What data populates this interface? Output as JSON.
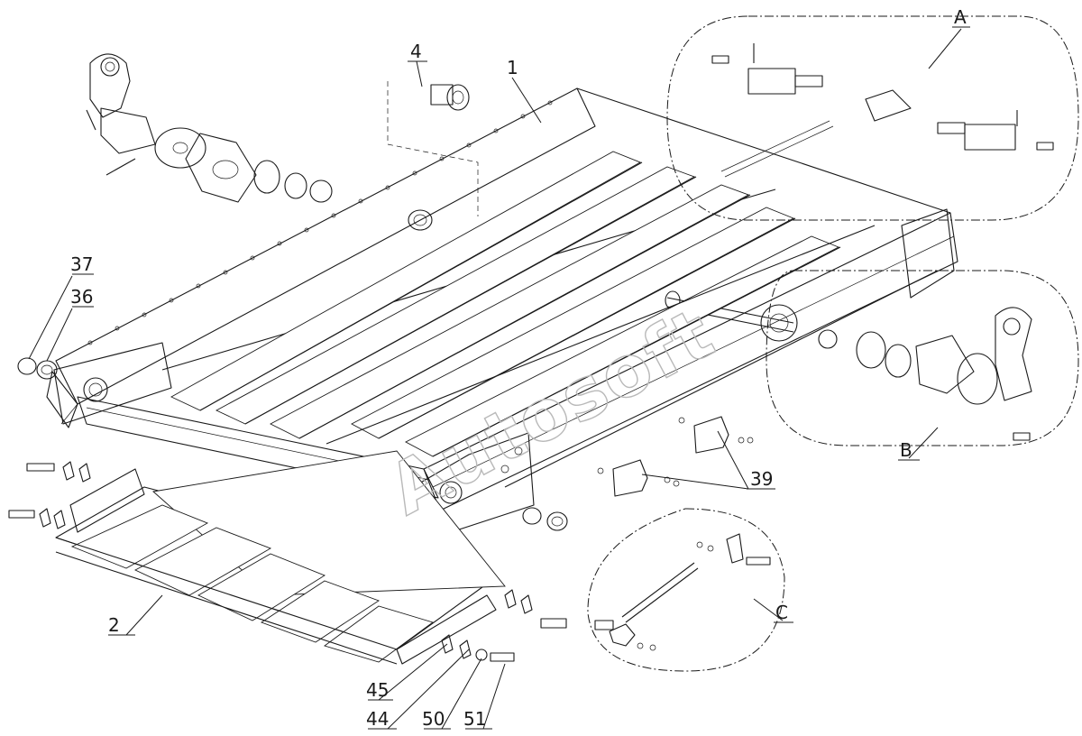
{
  "watermark": "Autosoft",
  "labels": {
    "part_1": "1",
    "part_2": "2",
    "part_4": "4",
    "part_36": "36",
    "part_37": "37",
    "part_39": "39",
    "part_44": "44",
    "part_45": "45",
    "part_50": "50",
    "part_51": "51",
    "view_a": "A",
    "view_b": "B",
    "view_c": "C"
  },
  "colors": {
    "line": "#1a1a1a",
    "background": "#ffffff",
    "watermark": "#b9b9b9"
  }
}
